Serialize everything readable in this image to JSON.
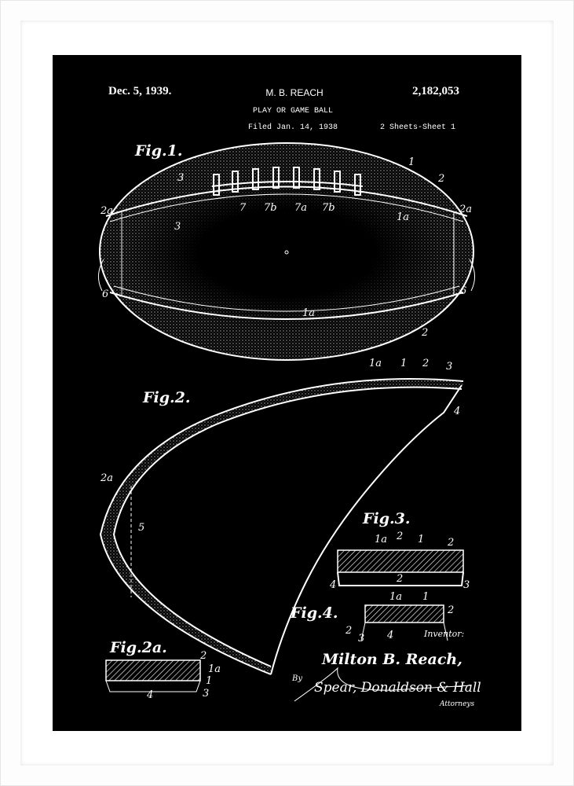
{
  "header": {
    "date": "Dec. 5, 1939.",
    "inventor_name": "M. B. REACH",
    "patent_number": "2,182,053",
    "title": "PLAY OR GAME BALL",
    "filed": "Filed Jan. 14, 1938",
    "sheets": "2 Sheets-Sheet 1"
  },
  "figures": {
    "fig1": "Fig.1.",
    "fig2": "Fig.2.",
    "fig2a": "Fig.2a.",
    "fig3": "Fig.3.",
    "fig4": "Fig.4."
  },
  "fig1_refs": [
    "1",
    "2",
    "2a",
    "2a",
    "3",
    "3",
    "7",
    "7b",
    "7a",
    "7b",
    "1a",
    "6",
    "6",
    "1a",
    "2"
  ],
  "fig2_refs": [
    "1a",
    "1",
    "2",
    "3",
    "4",
    "2a",
    "5"
  ],
  "fig3_refs": [
    "1a",
    "2",
    "1",
    "2",
    "4",
    "2",
    "3"
  ],
  "fig4_refs": [
    "1a",
    "1",
    "2",
    "2",
    "3",
    "4"
  ],
  "fig2a_refs": [
    "2",
    "1a",
    "1",
    "3",
    "4"
  ],
  "signature": {
    "inventor_label": "Inventor:",
    "inventor": "Milton B. Reach,",
    "by": "By",
    "attorneys": "Spear, Donaldson & Hall",
    "attorneys_label": "Attorneys"
  },
  "colors": {
    "poster_bg": "#000000",
    "ink": "#ffffff",
    "frame": "#ffffff"
  }
}
